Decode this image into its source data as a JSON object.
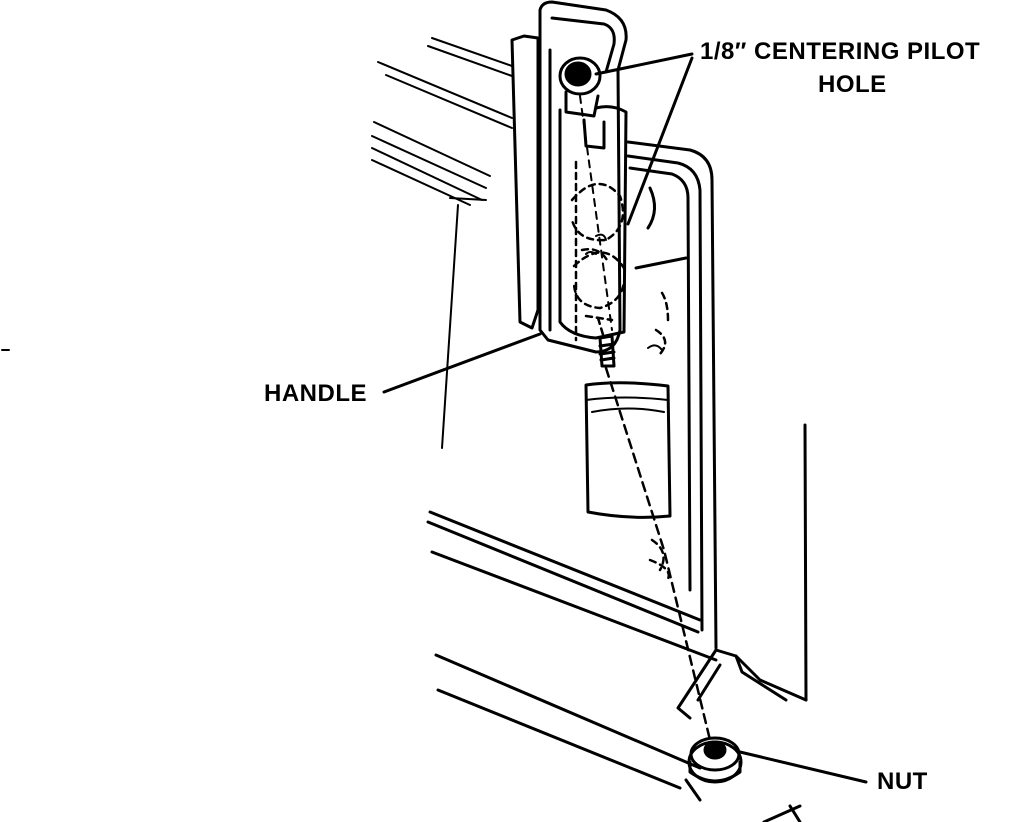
{
  "labels": {
    "pilot_hole_line1": "1/8″ CENTERING PILOT",
    "pilot_hole_line2": "HOLE",
    "handle": "HANDLE",
    "nut": "NUT"
  },
  "colors": {
    "ink": "#000000",
    "paper": "#ffffff"
  }
}
